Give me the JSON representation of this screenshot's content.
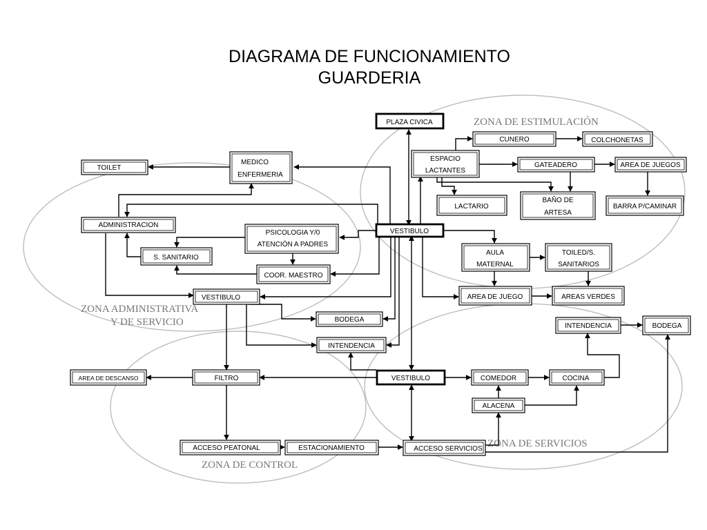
{
  "title": {
    "line1": "DIAGRAMA DE FUNCIONAMIENTO",
    "line2": "GUARDERIA"
  },
  "zones": {
    "estimulacion": "ZONA DE ESTIMULACIÓN",
    "administrativa_1": "ZONA ADMINISTRATIVA",
    "administrativa_2": "Y DE SERVICIO",
    "servicios": "ZONA DE SERVICIOS",
    "control": "ZONA DE CONTROL"
  },
  "nodes": {
    "plaza_civica": "PLAZA CIVICA",
    "cunero": "CUNERO",
    "colchonetas": "COLCHONETAS",
    "espacio_lactantes_1": "ESPACIO",
    "espacio_lactantes_2": "LACTANTES",
    "gateadero": "GATEADERO",
    "area_juegos": "AREA DE JUEGOS",
    "lactario": "LACTARIO",
    "bano_artesa_1": "BAÑO DE",
    "bano_artesa_2": "ARTESA",
    "barra_caminar": "BARRA P/CAMINAR",
    "toilet": "TOILET",
    "medico_1": "MEDICO",
    "medico_2": "ENFERMERIA",
    "administracion": "ADMINISTRACION",
    "psicologia_1": "PSICOLOGIA Y/0",
    "psicologia_2": "ATENCIÓN A PADRES",
    "vestibulo_central": "VESTIBULO",
    "aula_1": "AULA",
    "aula_2": "MATERNAL",
    "toiled_1": "TOILED/S.",
    "toiled_2": "SANITARIOS",
    "s_sanitario": "S. SANITARIO",
    "coor_maestro": "COOR. MAESTRO",
    "vestibulo_admin": "VESTIBULO",
    "area_juego": "AREA DE JUEGO",
    "areas_verdes": "AREAS VERDES",
    "bodega_admin": "BODEGA",
    "intendencia_serv": "INTENDENCIA",
    "bodega_serv": "BODEGA",
    "intendencia_admin": "INTENDENCIA",
    "area_descanso": "AREA DE DESCANSO",
    "filtro": "FILTRO",
    "vestibulo_control": "VESTIBULO",
    "comedor": "COMEDOR",
    "cocina": "COCINA",
    "alacena": "ALACENA",
    "acceso_peatonal": "ACCESO PEATONAL",
    "estacionamiento": "ESTACIONAMIENTO",
    "acceso_servicios": "ACCESO SERVICIOS"
  }
}
